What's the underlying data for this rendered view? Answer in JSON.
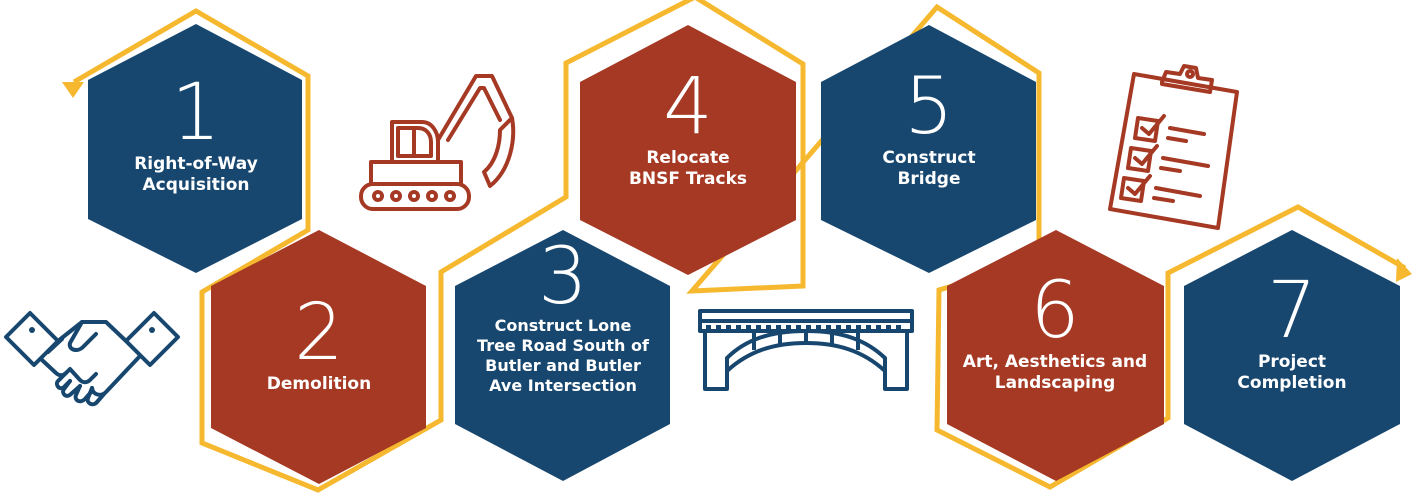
{
  "colors": {
    "navy": "#17476f",
    "rust": "#a63923",
    "gold": "#f5b82e",
    "white": "#ffffff"
  },
  "steps": [
    {
      "number": "1",
      "label": "Right-of-Way Acquisition",
      "color": "navy"
    },
    {
      "number": "2",
      "label": "Demolition",
      "color": "rust"
    },
    {
      "number": "3",
      "label": "Construct Lone Tree Road South of Butler and Butler Ave Intersection",
      "color": "navy"
    },
    {
      "number": "4",
      "label": "Relocate BNSF Tracks",
      "color": "rust"
    },
    {
      "number": "5",
      "label": "Construct Bridge",
      "color": "navy"
    },
    {
      "number": "6",
      "label": "Art, Aesthetics and Landscaping",
      "color": "rust"
    },
    {
      "number": "7",
      "label": "Project Completion",
      "color": "navy"
    }
  ],
  "icons": [
    "handshake-icon",
    "excavator-icon",
    "bridge-icon",
    "clipboard-checklist-icon"
  ]
}
